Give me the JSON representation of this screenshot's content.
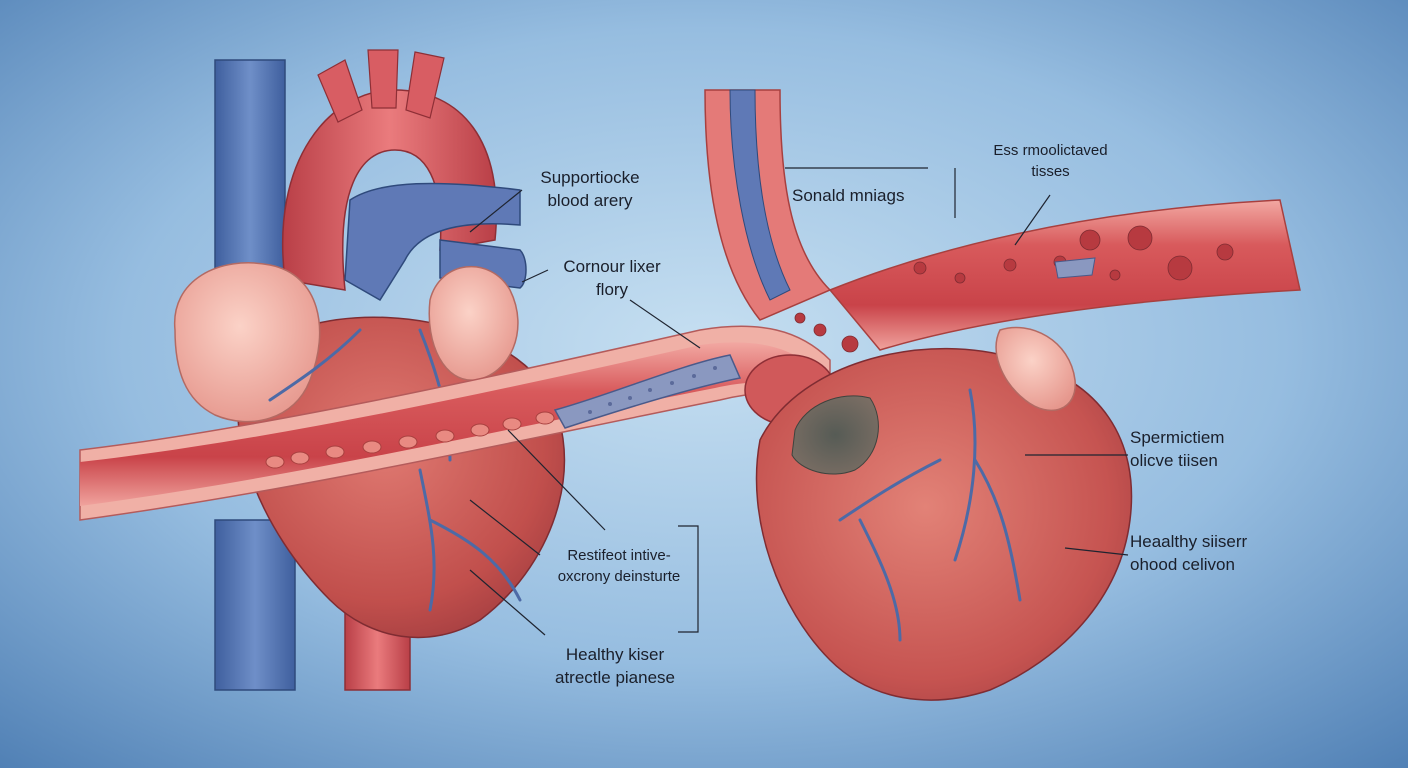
{
  "labels": {
    "supporting_artery": {
      "line1": "Supportiocke",
      "line2": "blood arery"
    },
    "coronary_flow": {
      "line1": "Cornour lixer",
      "line2": "flory"
    },
    "restricted_flow": {
      "line1": "Restifeot intive-",
      "line2": "oxcrony deinsturte"
    },
    "healthy_muscle_left": {
      "line1": "Healthy kiser",
      "line2": "atrectle pianese"
    },
    "scar_tissue": {
      "line1": "Sonald mniags"
    },
    "damaged_tissue": {
      "line1": "Ess rmoolictaved",
      "line2": "tisses"
    },
    "specimen_tissue": {
      "line1": "Spermictiem",
      "line2": "olicve tiisen"
    },
    "healthy_muscle_right": {
      "line1": "Heaalthy siiserr",
      "line2": "ohood celivon"
    }
  },
  "colors": {
    "background_light": "#bfd9ee",
    "background_edge": "#4f7fb4",
    "artery": "#d9575a",
    "vein": "#5a78b0",
    "heart_muscle": "#c8504e",
    "atrium": "#f0b0a6",
    "plaque": "#8a98c0",
    "necrotic": "#4f5550"
  }
}
